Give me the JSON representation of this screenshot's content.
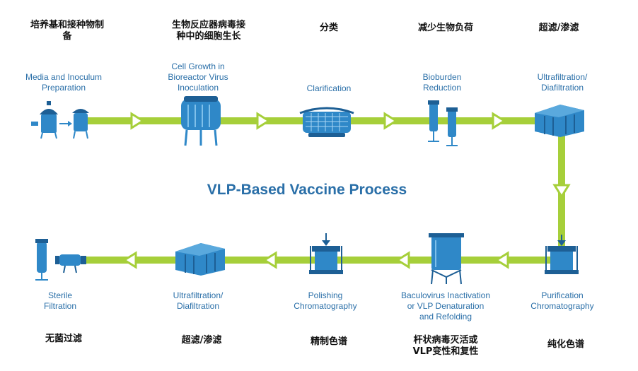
{
  "title": "VLP-Based Vaccine Process",
  "top_row": [
    {
      "zh_line1": "培养基和接种物制",
      "zh_line2": "备",
      "en_line1": "Media and Inoculum",
      "en_line2": "Preparation"
    },
    {
      "zh_line1": "生物反应器病毒接",
      "zh_line2": "种中的细胞生长",
      "en_line1": "Cell Growth in",
      "en_line2": "Bioreactor Virus",
      "en_line3": "Inoculation"
    },
    {
      "zh_line1": "分类",
      "en_line1": "Clarification"
    },
    {
      "zh_line1": "减少生物负荷",
      "en_line1": "Bioburden",
      "en_line2": "Reduction"
    },
    {
      "zh_line1": "超滤/渗滤",
      "en_line1": "Ultrafiltration/",
      "en_line2": "Diafiltration"
    }
  ],
  "bottom_row": [
    {
      "zh_line1": "无菌过滤",
      "en_line1": "Sterile",
      "en_line2": "Filtration"
    },
    {
      "zh_line1": "超滤/渗滤",
      "en_line1": "Ultrafiltration/",
      "en_line2": "Diafiltration"
    },
    {
      "zh_line1": "精制色谱",
      "en_line1": "Polishing",
      "en_line2": "Chromatography"
    },
    {
      "zh_line1": "杆状病毒灭活或",
      "zh_line2": "VLP变性和复性",
      "en_line1": "Baculovirus Inactivation",
      "en_line2": "or VLP Denaturation",
      "en_line3": "and Refolding"
    },
    {
      "zh_line1": "纯化色谱",
      "en_line1": "Purification",
      "en_line2": "Chromatography"
    }
  ],
  "colors": {
    "flow": "#a6cf3a",
    "equipment": "#2f88c8",
    "equipment_dark": "#1d5f95",
    "text_blue": "#2a6fa8"
  }
}
